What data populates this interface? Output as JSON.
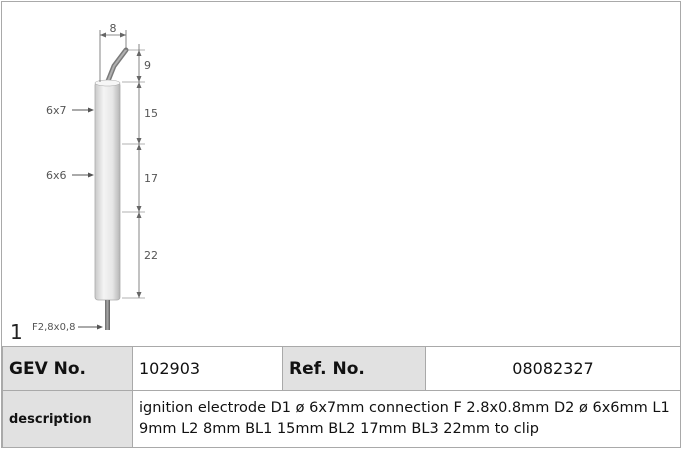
{
  "drawing": {
    "figure_number": "1",
    "width_label": "8",
    "dimensions": [
      "9",
      "15",
      "17",
      "22"
    ],
    "diameter_labels": [
      "6x7",
      "6x6"
    ],
    "connector_label": "F2,8x0,8"
  },
  "table": {
    "gev_label": "GEV No.",
    "gev_value": "102903",
    "ref_label": "Ref. No.",
    "ref_value": "08082327",
    "description_label": "description",
    "description_value": "ignition electrode  D1 ø 6x7mm connection F 2.8x0.8mm D2 ø 6x6mm L1 9mm L2 8mm BL1 15mm BL2 17mm BL3 22mm to clip"
  },
  "colors": {
    "header_background": "#e1e1e1",
    "border": "#a9a9a9"
  }
}
